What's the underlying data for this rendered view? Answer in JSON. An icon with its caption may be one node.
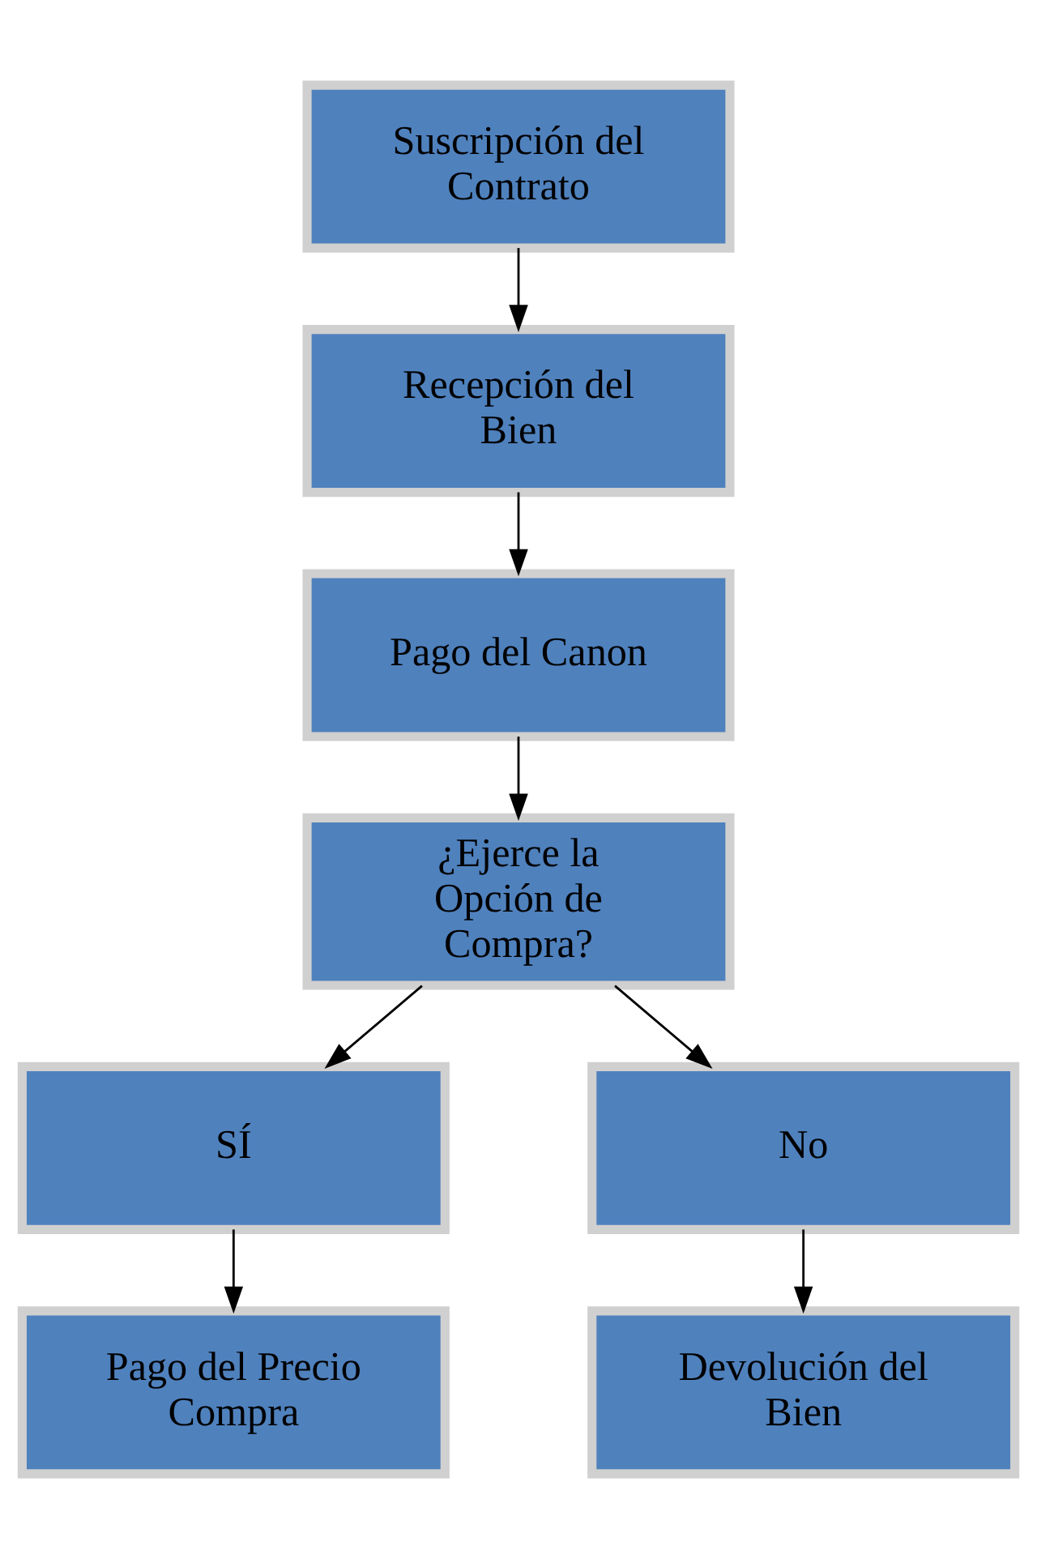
{
  "diagram": {
    "nodes": [
      {
        "text": [
          "Suscripción del Contrato"
        ]
      },
      {
        "text": [
          "Recepción del Bien"
        ]
      },
      {
        "text": [
          "Pago del Canon"
        ]
      },
      {
        "text": [
          "¿Ejerce la Opción de Compra?"
        ]
      },
      {
        "text": [
          "SÍ"
        ]
      },
      {
        "text": [
          "No"
        ]
      },
      {
        "text": [
          "Pago del Precio Compra"
        ]
      },
      {
        "text": [
          "Devolución del Bien"
        ]
      }
    ],
    "edges": [
      {
        "from": 0,
        "to": 1,
        "arrow": "to"
      },
      {
        "from": 1,
        "to": 2,
        "arrow": "to"
      },
      {
        "from": 2,
        "to": 3,
        "arrow": "to"
      },
      {
        "from": 3,
        "to": 4,
        "arrow": "to"
      },
      {
        "from": 3,
        "to": 5,
        "arrow": "to"
      },
      {
        "from": 4,
        "to": 6,
        "arrow": "to"
      },
      {
        "from": 5,
        "to": 7,
        "arrow": "to"
      }
    ]
  }
}
